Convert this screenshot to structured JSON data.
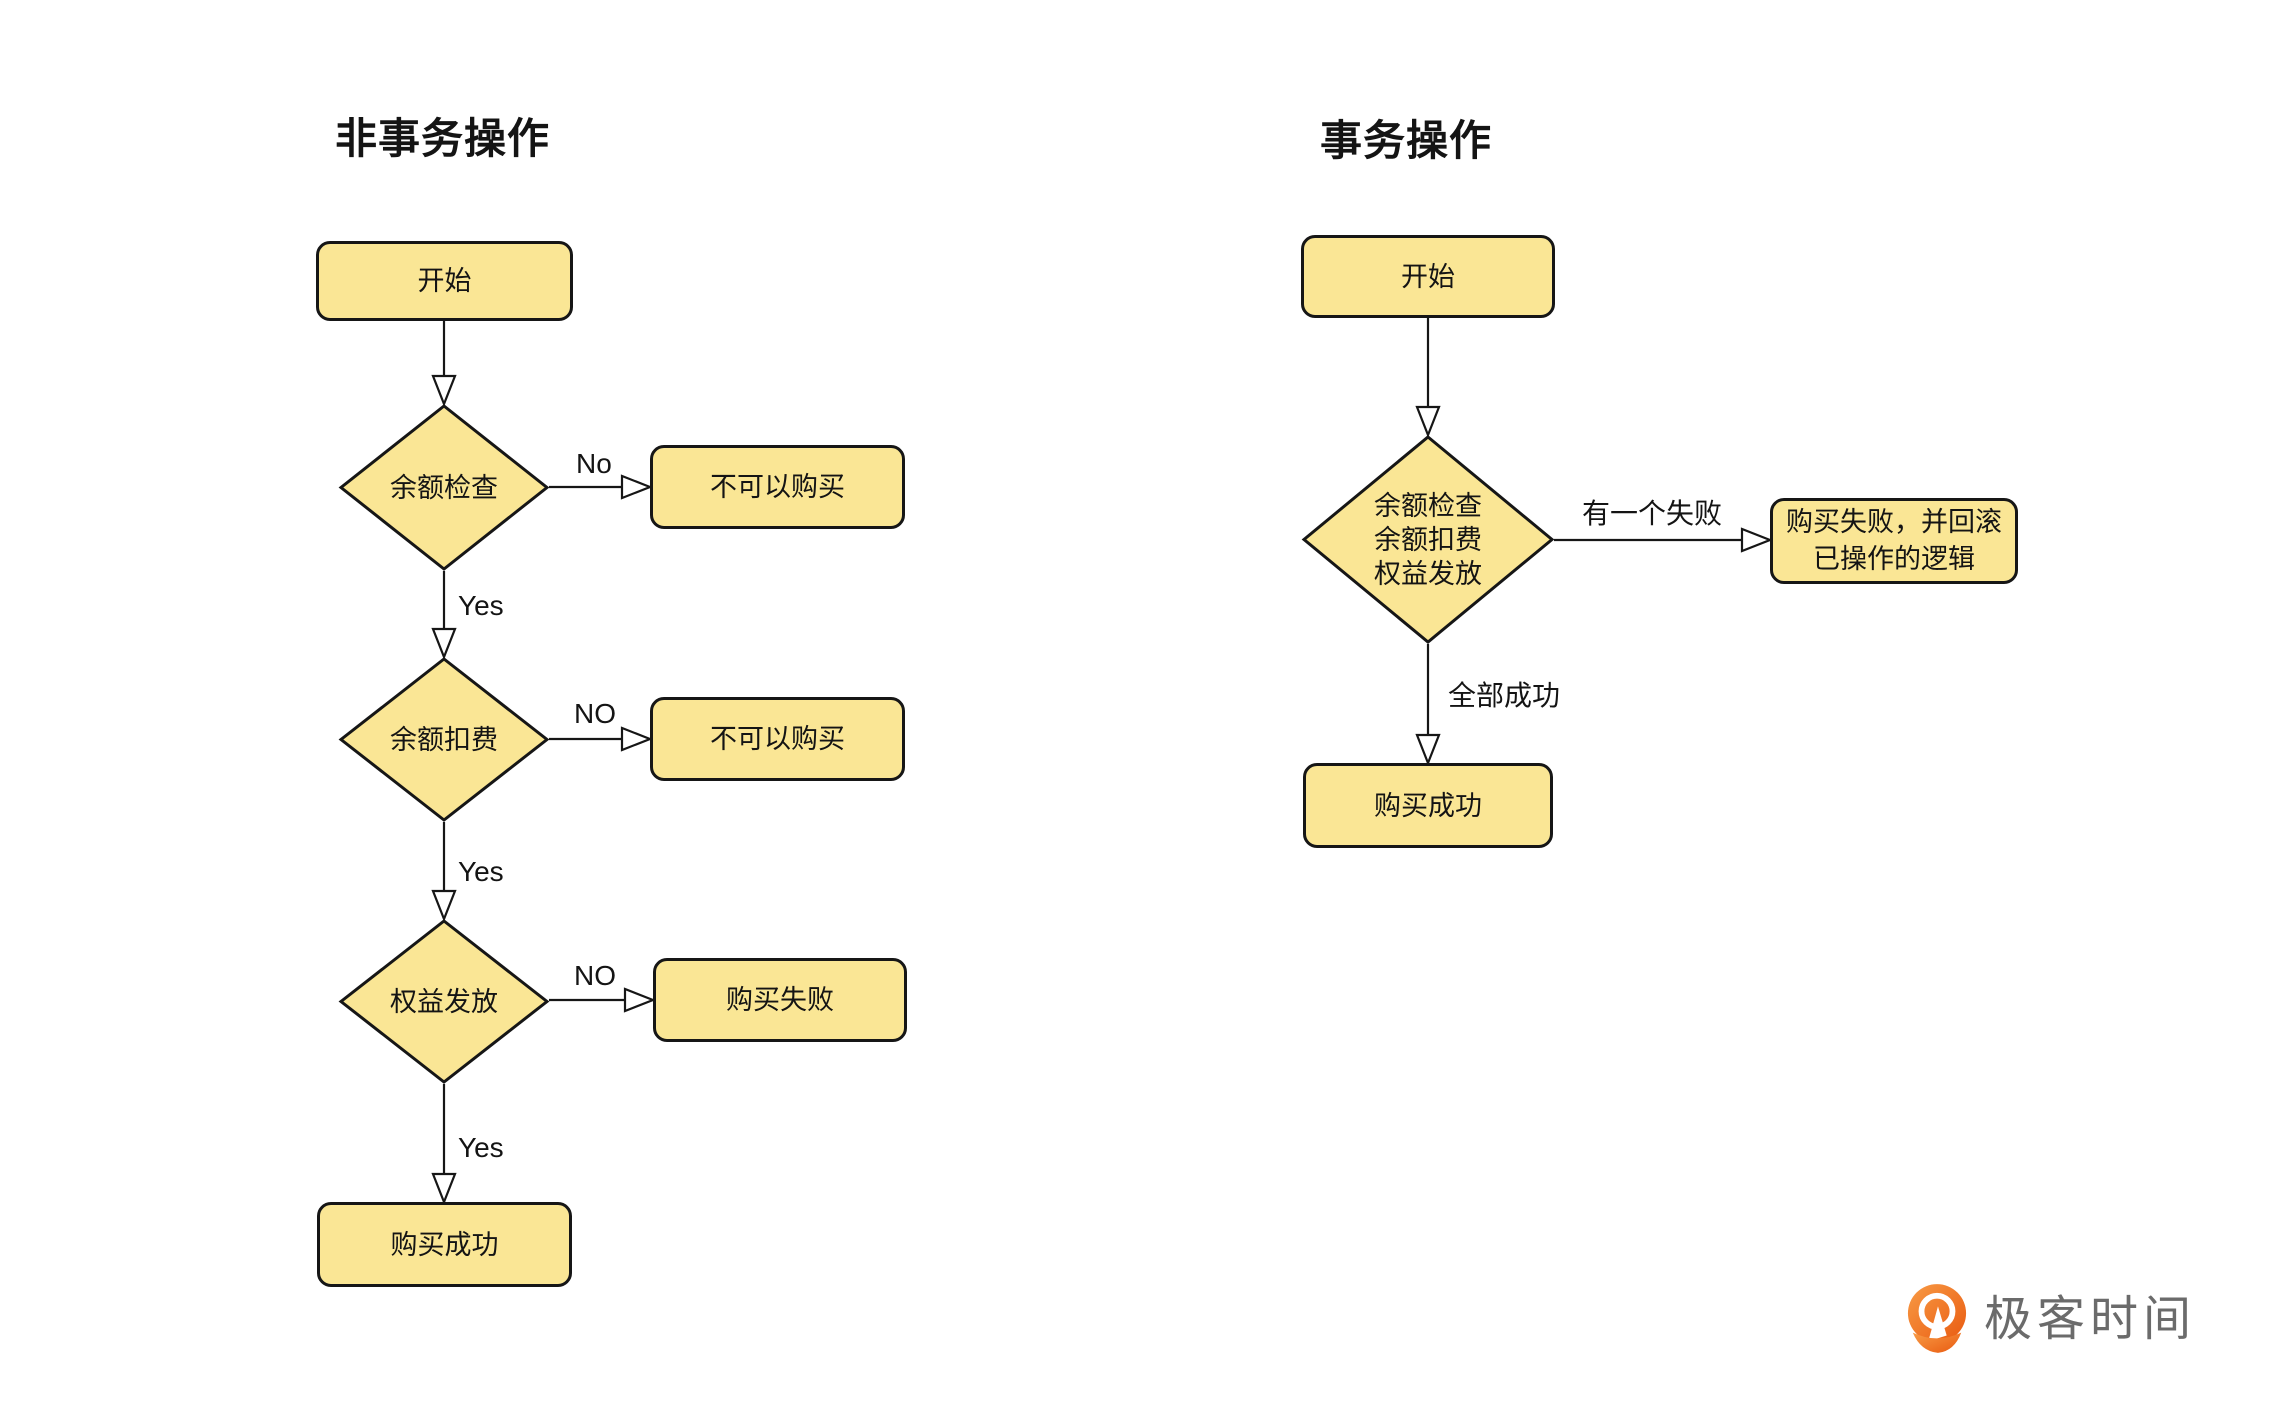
{
  "palette": {
    "background": "#ffffff",
    "node_fill": "#FAE695",
    "node_stroke": "#161616",
    "edge_color": "#161616",
    "text_color": "#141414",
    "logo_orange": "#ED6A1E",
    "logo_text_color": "#6B6B6B"
  },
  "left_flow": {
    "title": "非事务操作",
    "nodes": {
      "start": "开始",
      "decision_check": "余额检查",
      "decision_deduct": "余额扣费",
      "decision_grant": "权益发放",
      "cannot_buy_1": "不可以购买",
      "cannot_buy_2": "不可以购买",
      "purchase_fail": "购买失败",
      "purchase_success": "购买成功"
    },
    "edge_labels": {
      "check_no": "No",
      "check_yes": "Yes",
      "deduct_no": "NO",
      "deduct_yes": "Yes",
      "grant_no": "NO",
      "grant_yes": "Yes"
    }
  },
  "right_flow": {
    "title": "事务操作",
    "nodes": {
      "start": "开始",
      "decision_lines": [
        "余额检查",
        "余额扣费",
        "权益发放"
      ],
      "fail_lines": [
        "购买失败，并回滚",
        "已操作的逻辑"
      ],
      "purchase_success": "购买成功"
    },
    "edge_labels": {
      "any_fail": "有一个失败",
      "all_success": "全部成功"
    }
  },
  "footer": {
    "logo_text": "极客时间"
  }
}
